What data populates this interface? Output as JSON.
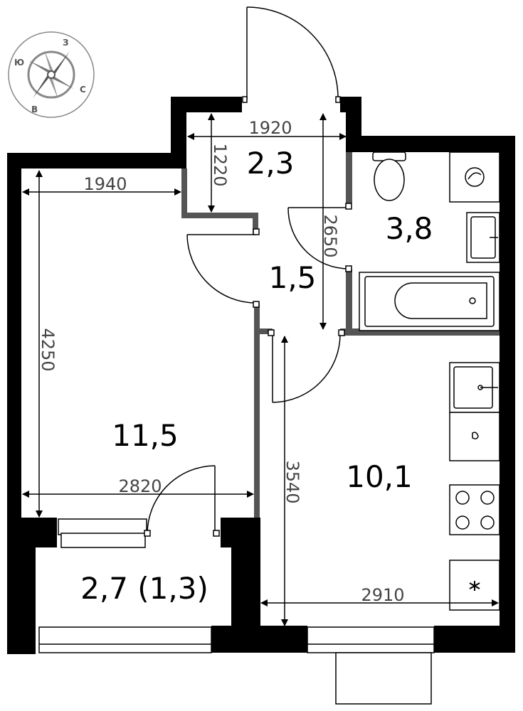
{
  "compass": {
    "north": "З",
    "east": "С",
    "south": "В",
    "west": "Ю"
  },
  "rooms": {
    "hall": "2,3",
    "bathroom": "3,8",
    "corridor": "1,5",
    "living_room": "11,5",
    "kitchen": "10,1",
    "balcony": "2,7 (1,3)"
  },
  "dimensions": {
    "hall_width": "1920",
    "hall_depth": "1220",
    "corridor_length": "2650",
    "room_width_top": "1940",
    "room_length": "4250",
    "room_width_bottom": "2820",
    "kitchen_length": "3540",
    "kitchen_width": "2910"
  }
}
